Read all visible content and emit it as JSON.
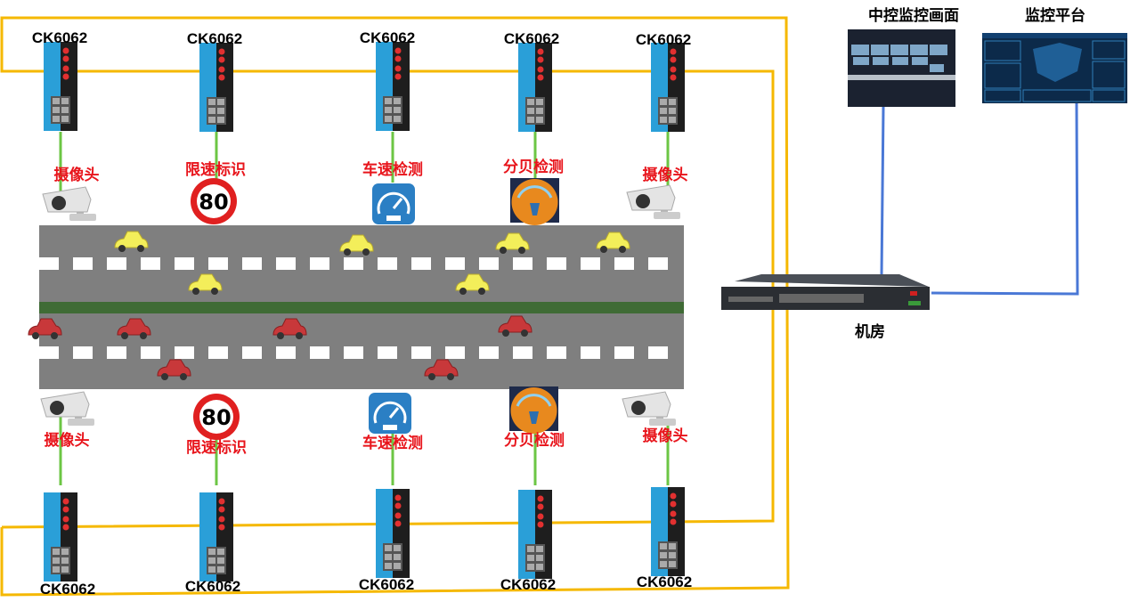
{
  "colors": {
    "ring": "#f5b800",
    "link_green": "#6cc644",
    "link_blue": "#4a78d6",
    "label_red": "#e8141b",
    "road": "#7f7f7f",
    "median": "#3f6b35"
  },
  "top_devices": [
    {
      "model": "CK6062",
      "label": "摄像头",
      "icon": "camera-icon"
    },
    {
      "model": "CK6062",
      "label": "限速标识",
      "icon": "speed-limit-sign-icon",
      "sign_value": "80"
    },
    {
      "model": "CK6062",
      "label": "车速检测",
      "icon": "speedometer-icon"
    },
    {
      "model": "CK6062",
      "label": "分贝检测",
      "icon": "decibel-meter-icon"
    },
    {
      "model": "CK6062",
      "label": "摄像头",
      "icon": "camera-icon"
    }
  ],
  "bottom_devices": [
    {
      "model": "CK6062",
      "label": "摄像头",
      "icon": "camera-icon"
    },
    {
      "model": "CK6062",
      "label": "限速标识",
      "icon": "speed-limit-sign-icon",
      "sign_value": "80"
    },
    {
      "model": "CK6062",
      "label": "车速检测",
      "icon": "speedometer-icon"
    },
    {
      "model": "CK6062",
      "label": "分贝检测",
      "icon": "decibel-meter-icon"
    },
    {
      "model": "CK6062",
      "label": "摄像头",
      "icon": "camera-icon"
    }
  ],
  "core": {
    "label": "机房"
  },
  "displays": [
    {
      "title": "中控监控画面"
    },
    {
      "title": "监控平台"
    }
  ]
}
